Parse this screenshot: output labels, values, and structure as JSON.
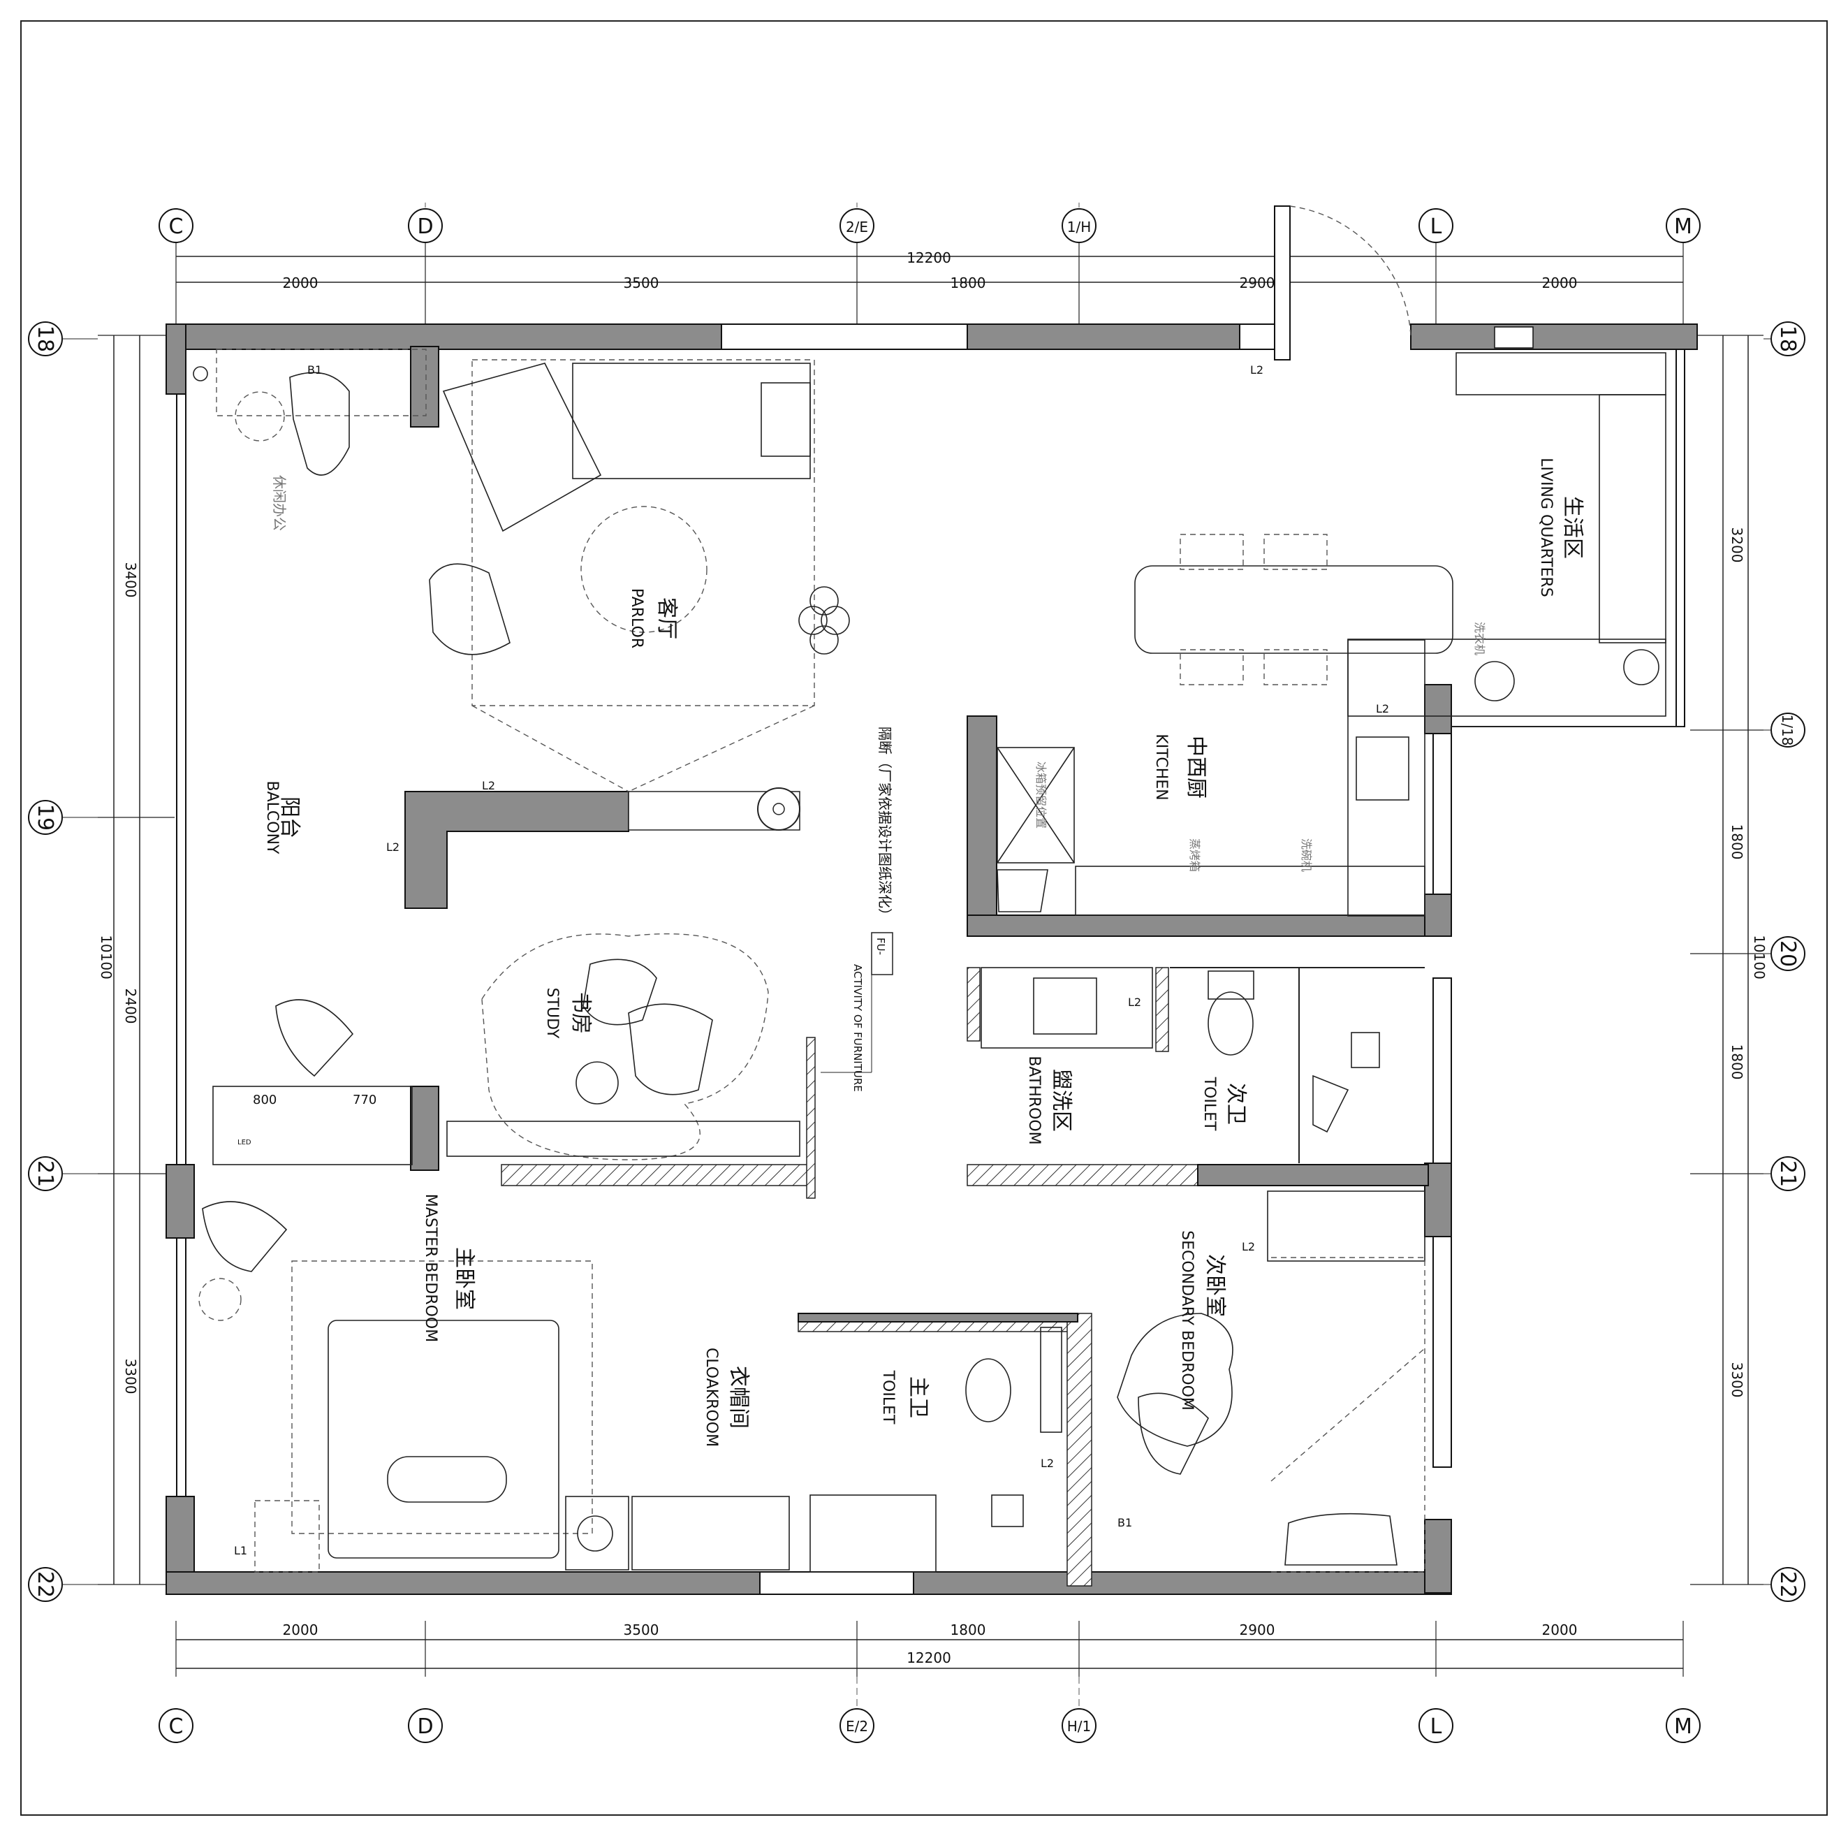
{
  "axes_top": [
    "C",
    "D",
    "2/E",
    "1/H",
    "L",
    "M"
  ],
  "axes_bottom": [
    "C",
    "D",
    "E/2",
    "H/1",
    "L",
    "M"
  ],
  "axes_left": [
    "18",
    "19",
    "21",
    "22"
  ],
  "axes_right": [
    "18",
    "1/18",
    "20",
    "21",
    "22"
  ],
  "dims_top": [
    "2000",
    "3500",
    "1800",
    "2900",
    "2000"
  ],
  "dims_top_total": "12200",
  "dims_bottom": [
    "2000",
    "3500",
    "1800",
    "2900",
    "2000"
  ],
  "dims_bottom_total": "12200",
  "dims_left": [
    "3400",
    "2400",
    "3300"
  ],
  "dims_left_total": "10100",
  "dims_right": [
    "3200",
    "1800",
    "1800",
    "3300"
  ],
  "dims_right_total": "10100",
  "rooms": {
    "parlor_zh": "客厅",
    "parlor_en": "PARLOR",
    "balcony_zh": "阳台",
    "balcony_en": "BALCONY",
    "study_zh": "书房",
    "study_en": "STUDY",
    "kitchen_zh": "中西厨",
    "kitchen_en": "KITCHEN",
    "living_zh": "生活区",
    "living_en": "LIVING QUARTERS",
    "bathroom_zh": "盥洗区",
    "bathroom_en": "BATHROOM",
    "toilet2_zh": "次卫",
    "toilet2_en": "TOILET",
    "master_zh": "主卧室",
    "master_en": "MASTER BEDROOM",
    "cloak_zh": "衣帽间",
    "cloak_en": "CLOAKROOM",
    "toilet1_zh": "主卫",
    "toilet1_en": "TOILET",
    "secondary_zh": "次卧室",
    "secondary_en": "SECONDARY BEDROOM"
  },
  "notes": {
    "leisure": "休闲办公",
    "partition": "隔断（厂家依据设计图纸深化）",
    "furniture_tag": "FU-",
    "activity": "ACTIVITY OF FURNITURE",
    "fridge": "冰箱预留位置",
    "steam_oven": "蒸烤箱",
    "washing_machine": "洗碗机",
    "washer": "洗衣机",
    "cab_800": "800",
    "cab_770": "770"
  },
  "tags": {
    "l2": "L2",
    "l1": "L1",
    "b1": "B1",
    "led": "LED"
  }
}
